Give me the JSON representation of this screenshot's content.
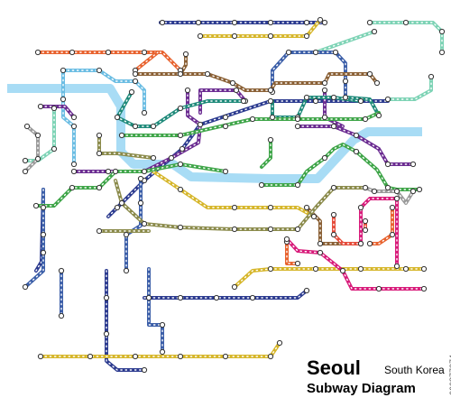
{
  "title": {
    "city": "Seoul",
    "country": "South Korea",
    "subtitle": "Subway Diagram"
  },
  "stock_id": "666877374",
  "colors": {
    "background": "#ffffff",
    "river": "#a8dcf5",
    "station_fill": "#ffffff",
    "station_stroke": "#333333"
  },
  "lines": [
    {
      "name": "navy-north",
      "color": "#2b3a8f"
    },
    {
      "name": "gold-north",
      "color": "#d6b62a"
    },
    {
      "name": "mint",
      "color": "#7dd3b5"
    },
    {
      "name": "orange",
      "color": "#e8622e"
    },
    {
      "name": "blue",
      "color": "#3b5ea8"
    },
    {
      "name": "brown",
      "color": "#8a6035"
    },
    {
      "name": "light-blue",
      "color": "#6bbde3"
    },
    {
      "name": "purple",
      "color": "#6b2c91"
    },
    {
      "name": "teal",
      "color": "#1f8a7a"
    },
    {
      "name": "green",
      "color": "#3ea548"
    },
    {
      "name": "olive",
      "color": "#8a8a4a"
    },
    {
      "name": "magenta",
      "color": "#d81b7a"
    },
    {
      "name": "grey",
      "color": "#9a9a9a"
    },
    {
      "name": "red-orange",
      "color": "#e54b3a"
    }
  ]
}
